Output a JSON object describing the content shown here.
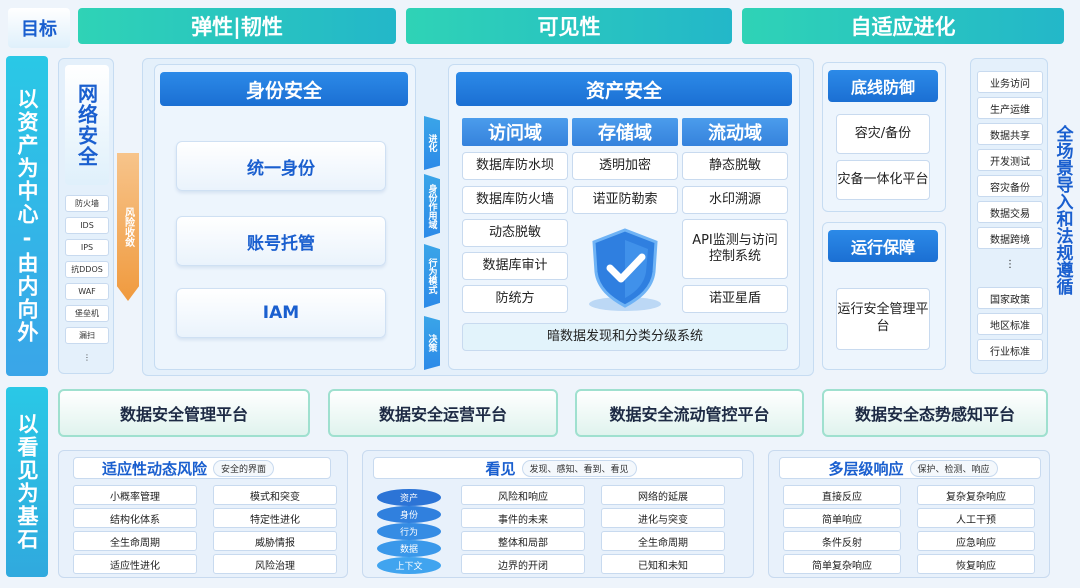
{
  "header": {
    "title": "目标",
    "goals": [
      "弹性|韧性",
      "可见性",
      "自适应进化"
    ]
  },
  "side_labels": {
    "top": "以资产为中心-由内向外",
    "bottom": "以看见为基石"
  },
  "network": {
    "title": "网络安全",
    "items": [
      "防火墙",
      "IDS",
      "IPS",
      "抗DDOS",
      "WAF",
      "堡垒机",
      "漏扫",
      "⋮"
    ],
    "risk_label": "风险收敛"
  },
  "identity": {
    "title": "身份安全",
    "items": [
      "统一身份",
      "账号托管",
      "IAM"
    ]
  },
  "connectors": [
    "进化",
    "身份作用域",
    "行为模式",
    "决策"
  ],
  "asset": {
    "title": "资产安全",
    "domains": [
      "访问域",
      "存储域",
      "流动域"
    ],
    "access": [
      "数据库防水坝",
      "数据库防火墙",
      "动态脱敏",
      "数据库审计",
      "防统方"
    ],
    "storage": [
      "透明加密",
      "诺亚防勒索"
    ],
    "flow": [
      "静态脱敏",
      "水印溯源",
      "API监测与访问控制系统",
      "诺亚星盾"
    ],
    "bottom": "暗数据发现和分类分级系统"
  },
  "baseline": {
    "title": "底线防御",
    "items": [
      "容灾/备份",
      "灾备一体化平台"
    ]
  },
  "ops": {
    "title": "运行保障",
    "items": [
      "运行安全管理平台"
    ]
  },
  "scenarios": {
    "label": "全场景导入和法规遵循",
    "top_tags": [
      "业务访问",
      "生产运维",
      "数据共享",
      "开发测试",
      "容灾备份",
      "数据交易",
      "数据跨境",
      "⋮"
    ],
    "bottom_tags": [
      "国家政策",
      "地区标准",
      "行业标准"
    ]
  },
  "platforms": [
    "数据安全管理平台",
    "数据安全运营平台",
    "数据安全流动管控平台",
    "数据安全态势感知平台"
  ],
  "adaptive": {
    "title": "适应性动态风险",
    "subtitle": "安全的界面",
    "left": [
      "小概率管理",
      "结构化体系",
      "全生命周期",
      "适应性进化"
    ],
    "right": [
      "模式和突变",
      "特定性进化",
      "威胁情报",
      "风险治理"
    ]
  },
  "visibility": {
    "title": "看见",
    "subtitle": "发现、感知、看到、看见",
    "stack": [
      "资产",
      "身份",
      "行为",
      "数据",
      "上下文"
    ],
    "mid": [
      "风险和响应",
      "事件的未来",
      "整体和局部",
      "边界的开闭"
    ],
    "right": [
      "网络的延展",
      "进化与突变",
      "全生命周期",
      "已知和未知"
    ]
  },
  "response": {
    "title": "多层级响应",
    "subtitle": "保护、检测、响应",
    "left": [
      "直接反应",
      "简单响应",
      "条件反射",
      "简单复杂响应"
    ],
    "right": [
      "复杂复杂响应",
      "人工干预",
      "应急响应",
      "恢复响应"
    ]
  },
  "colors": {
    "goal": "#2fd3b6",
    "primary_blue": "#1b6fd3",
    "side": "#2ac8e6",
    "risk": "#f09a3e"
  }
}
